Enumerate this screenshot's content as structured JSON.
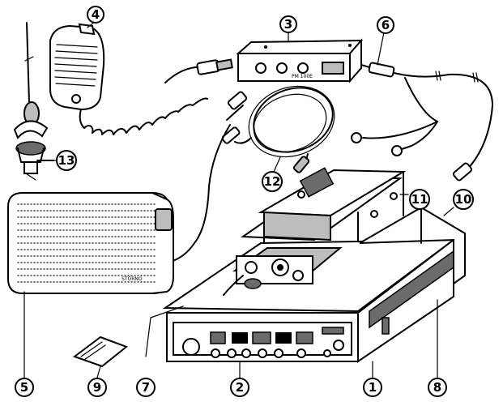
{
  "callouts": [
    {
      "n": "1"
    },
    {
      "n": "2"
    },
    {
      "n": "3"
    },
    {
      "n": "4"
    },
    {
      "n": "5"
    },
    {
      "n": "6"
    },
    {
      "n": "7"
    },
    {
      "n": "8"
    },
    {
      "n": "9"
    },
    {
      "n": "10"
    },
    {
      "n": "11"
    },
    {
      "n": "12"
    },
    {
      "n": "13"
    }
  ],
  "printed_labels": {
    "speaker_brand": "STORNO",
    "remote_unit_label": "PM 100E"
  }
}
